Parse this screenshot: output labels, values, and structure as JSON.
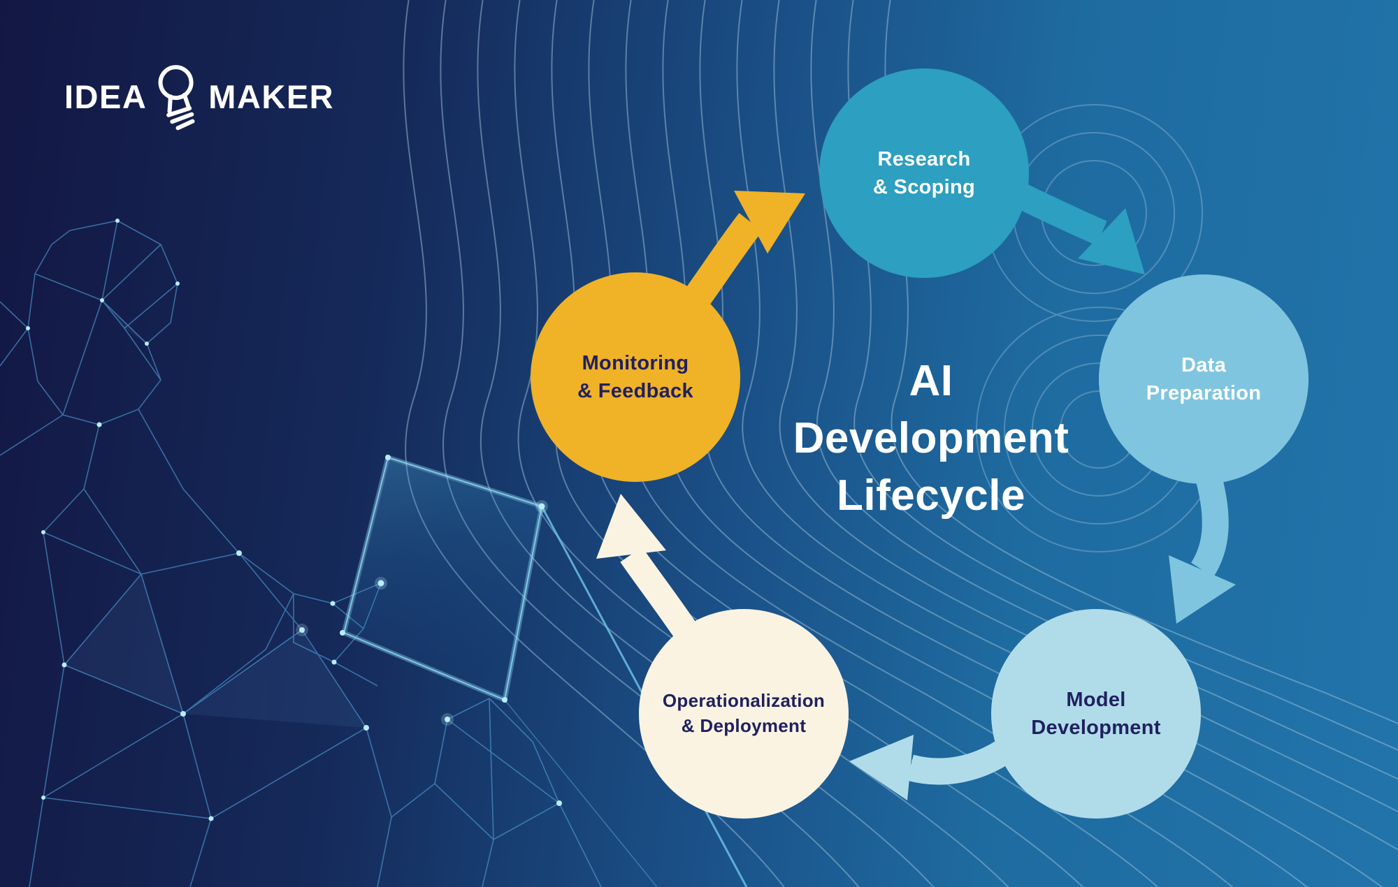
{
  "logo": {
    "idea": "IDEA",
    "maker": "MAKER"
  },
  "title": {
    "line1": "AI",
    "line2": "Development",
    "line3": "Lifecycle"
  },
  "stages": [
    {
      "name": "Research & Scoping",
      "line1": "Research",
      "line2": "& Scoping",
      "color": "#2d9fc0",
      "text_color": "#ffffff"
    },
    {
      "name": "Data Preparation",
      "line1": "Data",
      "line2": "Preparation",
      "color": "#7fc5e0",
      "text_color": "#ffffff"
    },
    {
      "name": "Model Development",
      "line1": "Model",
      "line2": "Development",
      "color": "#b0dcea",
      "text_color": "#20215f"
    },
    {
      "name": "Operationalization & Deployment",
      "line1": "Operationalization",
      "line2": "& Deployment",
      "color": "#faf3e2",
      "text_color": "#20215f"
    },
    {
      "name": "Monitoring & Feedback",
      "line1": "Monitoring",
      "line2": "& Feedback",
      "color": "#f0b227",
      "text_color": "#20215f"
    }
  ],
  "arrows": [
    {
      "from": "Monitoring & Feedback",
      "to": "Research & Scoping",
      "color": "#f0b227"
    },
    {
      "from": "Research & Scoping",
      "to": "Data Preparation",
      "color": "#2d9fc0"
    },
    {
      "from": "Data Preparation",
      "to": "Model Development",
      "color": "#7fc5e0"
    },
    {
      "from": "Model Development",
      "to": "Operationalization & Deployment",
      "color": "#b0dcea"
    },
    {
      "from": "Operationalization & Deployment",
      "to": "Monitoring & Feedback",
      "color": "#faf3e2"
    }
  ],
  "palette": {
    "background_start": "#131743",
    "background_end": "#2174aa",
    "contour_line": "#9cc0d9",
    "title_text": "#ffffff",
    "wireframe": "#4f9fd8",
    "wireframe_glow": "#b9ecff"
  }
}
